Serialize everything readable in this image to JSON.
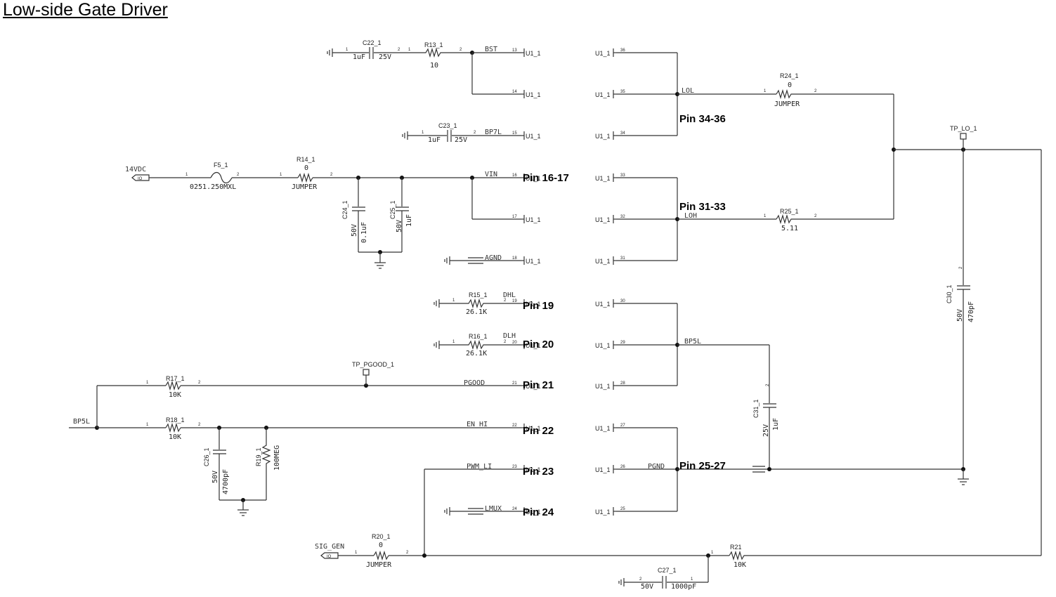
{
  "title": "Low-side Gate Driver",
  "components": {
    "c22": {
      "ref": "C22_1",
      "value": "1uF",
      "rating": "25V"
    },
    "r13": {
      "ref": "R13_1",
      "value": "10"
    },
    "c23": {
      "ref": "C23_1",
      "value": "1uF",
      "rating": "25V"
    },
    "f5": {
      "ref": "F5_1",
      "value": "0251.250MXL"
    },
    "r14": {
      "ref": "R14_1",
      "value": "0",
      "type": "JUMPER"
    },
    "c24": {
      "ref": "C24_1",
      "value": "0.1uF",
      "rating": "50V"
    },
    "c25": {
      "ref": "C25_1",
      "value": "1uF",
      "rating": "50V"
    },
    "r15": {
      "ref": "R15_1",
      "value": "26.1K"
    },
    "r16": {
      "ref": "R16_1",
      "value": "26.1K"
    },
    "r17": {
      "ref": "R17_1",
      "value": "10K"
    },
    "r18": {
      "ref": "R18_1",
      "value": "10K"
    },
    "c26": {
      "ref": "C26_1",
      "value": "4700pF",
      "rating": "50V"
    },
    "r19": {
      "ref": "R19_1",
      "value": "100MEG"
    },
    "r20": {
      "ref": "R20_1",
      "value": "0",
      "type": "JUMPER"
    },
    "c27": {
      "ref": "C27_1",
      "value": "1000pF",
      "rating": "50V"
    },
    "r21": {
      "ref": "R21",
      "value": "10K"
    },
    "r24": {
      "ref": "R24_1",
      "value": "0",
      "type": "JUMPER"
    },
    "r25": {
      "ref": "R25_1",
      "value": "5.11"
    },
    "c30": {
      "ref": "C30_1",
      "value": "470pF",
      "rating": "50V"
    },
    "c31": {
      "ref": "C31_1",
      "value": "1uF",
      "rating": "25V"
    },
    "tp_lo": {
      "ref": "TP_LO_1"
    },
    "tp_pgood": {
      "ref": "TP_PGOOD_1"
    }
  },
  "ports": {
    "vin14": "14VDC",
    "sig_gen": "SIG_GEN",
    "bp5l_left": "BP5L"
  },
  "nets": {
    "bst": "BST",
    "bp7l": "BP7L",
    "vin": "VIN",
    "agnd": "AGND",
    "dhl": "DHL",
    "dlh": "DLH",
    "pgood": "PGOOD",
    "en_hi": "EN_HI",
    "pwm_li": "PWM_LI",
    "lmux": "LMUX",
    "lol": "LOL",
    "loh": "LOH",
    "bp5l": "BP5L",
    "pgnd": "PGND"
  },
  "ic_ref": "U1_1",
  "pin_labels": {
    "p3436": "Pin 34-36",
    "p1617": "Pin 16-17",
    "p3133": "Pin 31-33",
    "p19": "Pin 19",
    "p20": "Pin 20",
    "p21": "Pin 21",
    "p22": "Pin 22",
    "p23": "Pin 23",
    "p24": "Pin 24",
    "p2527": "Pin 25-27"
  },
  "left_pins": [
    "13",
    "14",
    "15",
    "16",
    "17",
    "18",
    "19",
    "20",
    "21",
    "22",
    "23",
    "24"
  ],
  "right_pins": [
    "36",
    "35",
    "34",
    "33",
    "32",
    "31",
    "30",
    "29",
    "28",
    "27",
    "26",
    "25"
  ],
  "pin_numbers": {
    "one": "1",
    "two": "2"
  }
}
